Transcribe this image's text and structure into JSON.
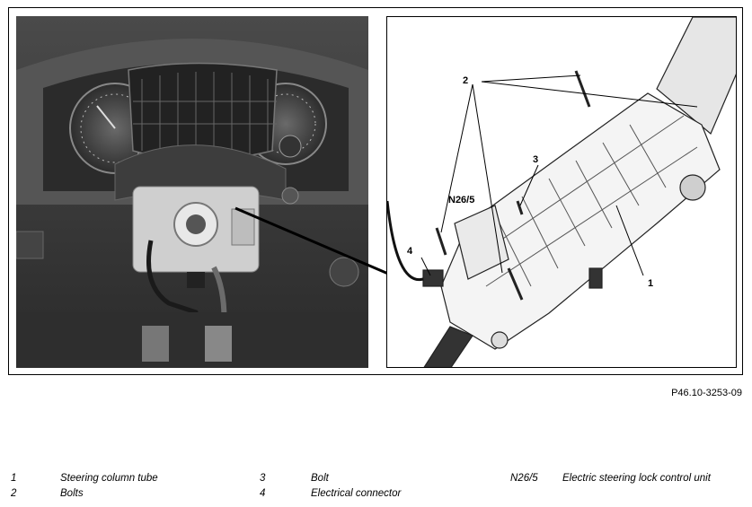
{
  "figure": {
    "reference": "P46.10-3253-09",
    "callouts": {
      "c1": "1",
      "c2": "2",
      "c3": "3",
      "c4": "4",
      "cN": "N26/5"
    }
  },
  "legend": [
    {
      "code": "1",
      "text": "Steering column tube"
    },
    {
      "code": "2",
      "text": "Bolts"
    },
    {
      "code": "3",
      "text": "Bolt"
    },
    {
      "code": "4",
      "text": "Electrical connector"
    },
    {
      "code": "N26/5",
      "text": "Electric steering lock control unit"
    }
  ],
  "colors": {
    "dash": "#3a3a3a",
    "line": "#000000"
  }
}
